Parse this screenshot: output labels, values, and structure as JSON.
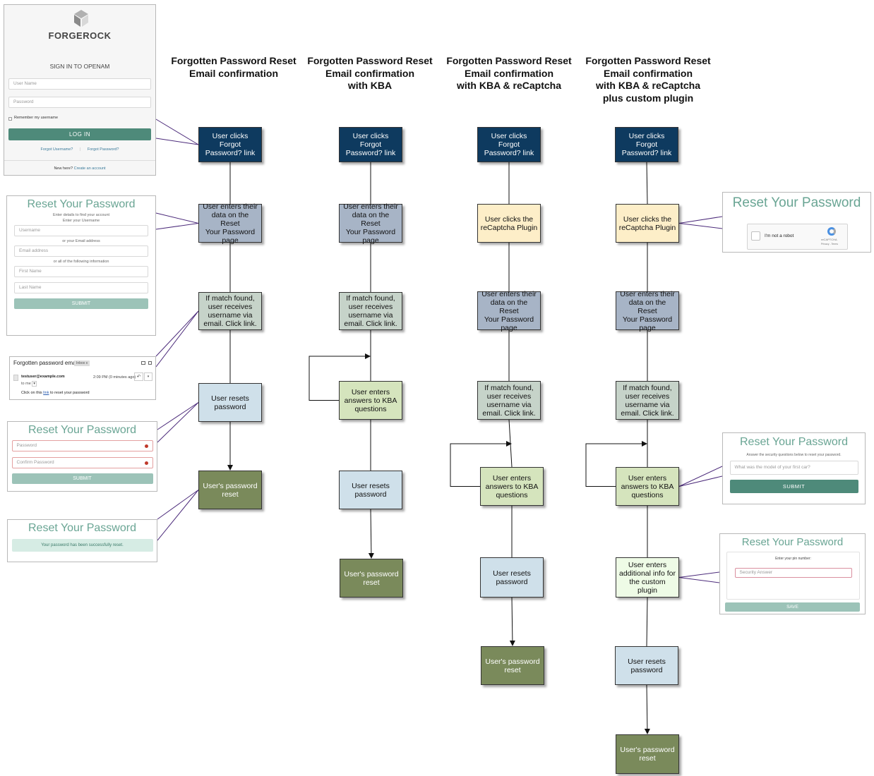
{
  "headings": [
    [
      "Forgotten Password Reset",
      "Email confirmation"
    ],
    [
      "Forgotten Password Reset",
      "Email confirmation",
      "with KBA"
    ],
    [
      "Forgotten Password Reset",
      "Email confirmation",
      "with KBA & reCaptcha"
    ],
    [
      "Forgotten Password Reset",
      "Email confirmation",
      "with KBA & reCaptcha",
      "plus custom plugin"
    ]
  ],
  "flow1": [
    [
      "User clicks",
      "Forgot",
      "Password? link"
    ],
    [
      "User enters their",
      "data on the Reset",
      "Your Password",
      "page"
    ],
    [
      "If match found,",
      "user receives",
      "username via",
      "email. Click link."
    ],
    [
      "User resets",
      "password"
    ],
    [
      "User's password",
      "reset"
    ]
  ],
  "flow2": [
    [
      "User clicks",
      "Forgot",
      "Password? link"
    ],
    [
      "User enters their",
      "data on the Reset",
      "Your Password",
      "page"
    ],
    [
      "If match found,",
      "user receives",
      "username via",
      "email. Click link."
    ],
    [
      "User enters",
      "answers to KBA",
      "questions"
    ],
    [
      "User resets",
      "password"
    ],
    [
      "User's password",
      "reset"
    ]
  ],
  "flow3": [
    [
      "User clicks",
      "Forgot",
      "Password? link"
    ],
    [
      "User clicks the",
      "reCaptcha Plugin"
    ],
    [
      "User enters their",
      "data on the Reset",
      "Your Password",
      "page"
    ],
    [
      "If match found,",
      "user receives",
      "username via",
      "email. Click link."
    ],
    [
      "User enters",
      "answers to KBA",
      "questions"
    ],
    [
      "User resets",
      "password"
    ],
    [
      "User's password",
      "reset"
    ]
  ],
  "flow4": [
    [
      "User clicks",
      "Forgot",
      "Password? link"
    ],
    [
      "User clicks the",
      "reCaptcha Plugin"
    ],
    [
      "User enters their",
      "data on the Reset",
      "Your Password",
      "page"
    ],
    [
      "If match found,",
      "user receives",
      "username via",
      "email. Click link."
    ],
    [
      "User enters",
      "answers to KBA",
      "questions"
    ],
    [
      "User enters",
      "additional info for",
      "the custom plugin"
    ],
    [
      "User resets",
      "password"
    ],
    [
      "User's password",
      "reset"
    ]
  ],
  "colors": {
    "navy": "#0e3a5f",
    "steel": "#a7b4c6",
    "grey_green": "#c6d3c9",
    "light_blue": "#cfe0ea",
    "olive": "#7a8a5b",
    "pale_yellow": "#fdeec8",
    "lime": "#d5e4bd",
    "mint": "#eefbe6",
    "connector": "#4b2a7a",
    "brand_green": "#4e8a7a"
  },
  "login": {
    "brand": "FORGEROCK",
    "logo_icon": "forgerock-logo-icon",
    "title": "SIGN IN TO OPENAM",
    "username_placeholder": "User Name",
    "password_placeholder": "Password",
    "remember": "Remember my username",
    "login_button": "LOG IN",
    "forgot_username": "Forgot Username?",
    "separator": "|",
    "forgot_password": "Forgot Password?",
    "new_here": "New here?",
    "create_account": "Create an account"
  },
  "reset_form": {
    "title": "Reset Your Password",
    "intro": "Enter details to find your account",
    "username_label": "Enter your Username",
    "username_placeholder": "Username",
    "or_email": "or your Email address",
    "email_placeholder": "Email address",
    "or_all": "or all of the following information",
    "first_name": "First Name",
    "last_name": "Last Name",
    "submit": "SUBMIT"
  },
  "email_preview": {
    "subject": "Forgotten password email",
    "inbox_tag": "Inbox",
    "inbox_close": "x",
    "print_icon": "printer-icon",
    "popout_icon": "popout-icon",
    "avatar_icon": "person-icon",
    "sender": "testuser@example.com",
    "time": "2:09 PM (0 minutes ago)",
    "reply_icon": "reply-icon",
    "more_icon": "chevron-down-icon",
    "to": "to me",
    "to_more": "▾",
    "body_pre": "Click on this",
    "body_link": "link",
    "body_post": "to reset your password"
  },
  "new_password": {
    "title": "Reset Your Password",
    "password": "Password",
    "confirm": "Confirm Password",
    "error_icon": "error-dot-icon",
    "submit": "SUBMIT"
  },
  "success": {
    "title": "Reset Your Password",
    "message": "Your password has been successfully reset."
  },
  "recaptcha": {
    "title": "Reset Your Password",
    "checkbox_label": "I'm not a robot",
    "icon": "recaptcha-logo-icon",
    "brand": "reCAPTCHA",
    "links": "Privacy - Terms"
  },
  "kba": {
    "title": "Reset Your Password",
    "instruction": "Answer the security questions below to reset your password.",
    "question": "What was the model of your first car?",
    "submit": "SUBMIT"
  },
  "pin": {
    "title": "Reset Your Password",
    "instruction": "Enter your pin number:",
    "placeholder": "Security Answer",
    "save": "SAVE"
  }
}
